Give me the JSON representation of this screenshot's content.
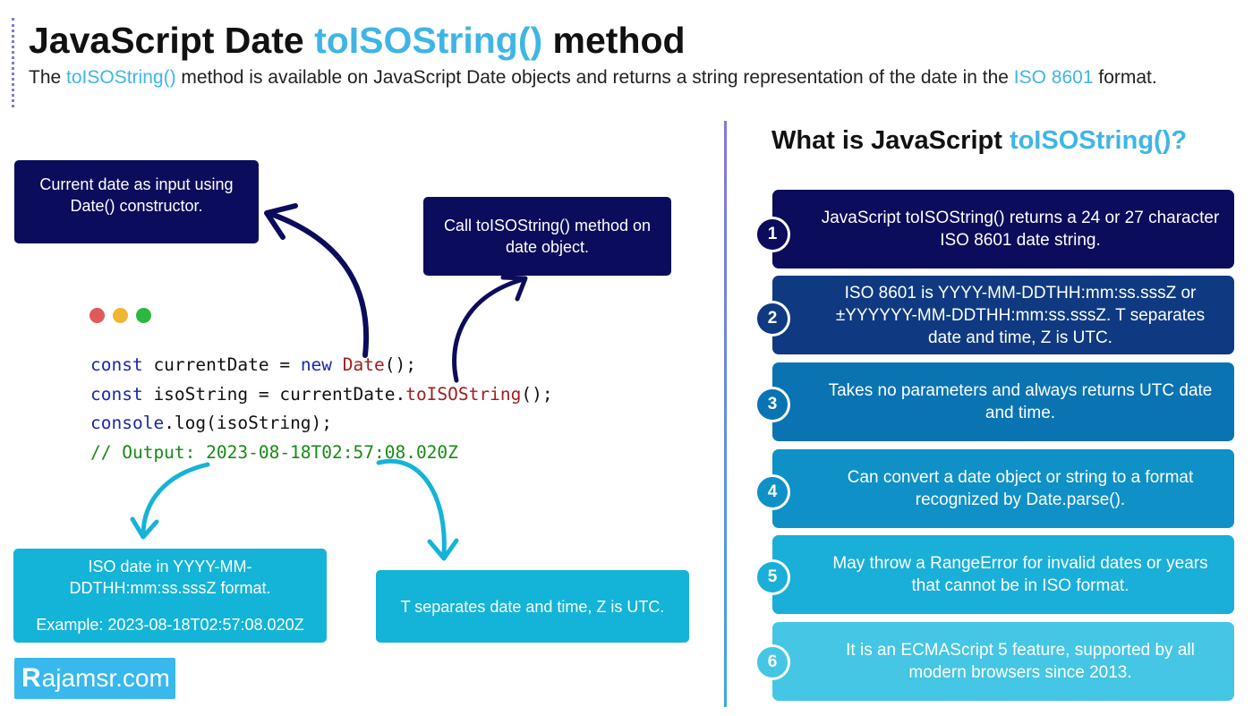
{
  "header": {
    "title_prefix": "JavaScript Date ",
    "title_accent": "toISOString()",
    "title_suffix": " method",
    "subtitle_part1": "The ",
    "subtitle_accent1": "toISOString()",
    "subtitle_part2": " method is available on JavaScript Date objects and returns a string representation of the date in the ",
    "subtitle_accent2": "ISO 8601",
    "subtitle_part3": " format."
  },
  "callouts": {
    "input": "Current date as input using Date() constructor.",
    "method": "Call toISOString() method on date object.",
    "iso_line1": "ISO date in YYYY-MM-DDTHH:mm:ss.sssZ format.",
    "iso_line2": "Example: 2023-08-18T02:57:08.020Z",
    "tsep": "T separates date and time, Z is UTC."
  },
  "code": {
    "l1_kw": "const",
    "l1_a": " currentDate = ",
    "l1_kw2": "new",
    "l1_b": " ",
    "l1_fn": "Date",
    "l1_c": "();",
    "l2_kw": "const",
    "l2_a": " isoString = currentDate.",
    "l2_fn": "toISOString",
    "l2_b": "();",
    "l3_kw": "console",
    "l3_a": ".log(isoString);",
    "l4_cm": "// Output: 2023-08-18T02:57:08.020Z"
  },
  "logo": {
    "mark": "R",
    "text": "ajamsr.com"
  },
  "panel": {
    "title_prefix": "What is JavaScript ",
    "title_accent": "toISOString()?",
    "items": [
      {
        "num": "1",
        "text": "JavaScript toISOString() returns a 24 or 27 character ISO 8601 date string.",
        "color": "#0b0c5c"
      },
      {
        "num": "2",
        "text": "ISO 8601 is YYYY-MM-DDTHH:mm:ss.sssZ or ±YYYYYY-MM-DDTHH:mm:ss.sssZ. T separates date and time, Z is UTC.",
        "color": "#0f3a82"
      },
      {
        "num": "3",
        "text": "Takes no parameters and always returns UTC date and time.",
        "color": "#0a74b3"
      },
      {
        "num": "4",
        "text": "Can convert a date object or string to a format recognized by Date.parse().",
        "color": "#0f91c7"
      },
      {
        "num": "5",
        "text": "May throw a RangeError for invalid dates or years that cannot be in ISO format.",
        "color": "#19afd9"
      },
      {
        "num": "6",
        "text": "It is an ECMAScript 5 feature, supported by all modern browsers since 2013.",
        "color": "#45c6e4"
      }
    ]
  },
  "colors": {
    "accent": "#3fb5e6",
    "navy": "#0b0c5c",
    "cyan": "#14b4d8",
    "dot_red": "#e05a5a",
    "dot_yellow": "#f3b531",
    "dot_green": "#2db640"
  }
}
